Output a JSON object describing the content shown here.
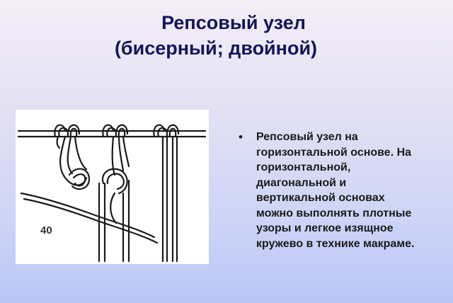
{
  "slide": {
    "title_line1": "Репсовый узел",
    "title_line2": "(бисерный; двойной)",
    "figure_label": "40",
    "bullet_symbol": "•",
    "body_text": "Репсовый узел на\nгоризонтальной основе. На\nгоризонтальной,\nдиагональной и\nвертикальной основах\nможно выполнять плотные\nузоры и легкое изящное\nкружево в технике макраме."
  },
  "colors": {
    "title": "#14145a",
    "background_top": "#f3eef7",
    "background_bottom": "#b9c6f6",
    "figure_background": "#ffffff",
    "line_art": "#1a1a1a"
  }
}
